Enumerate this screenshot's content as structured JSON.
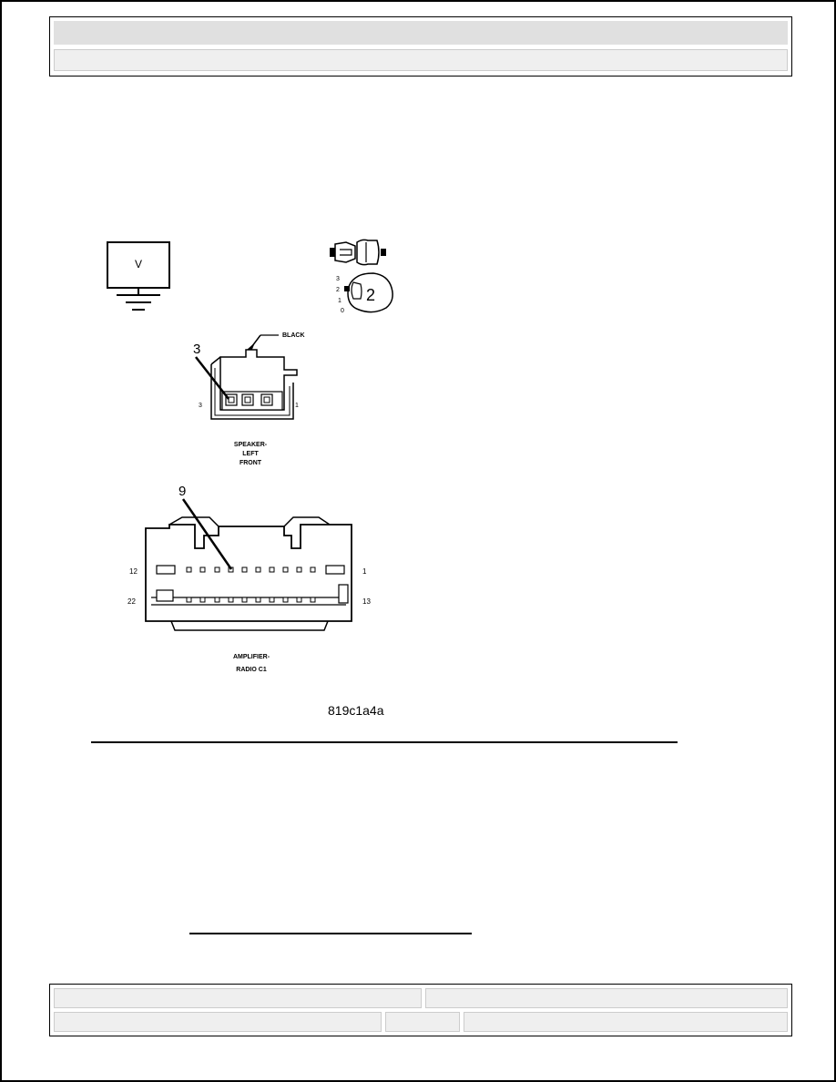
{
  "figure": {
    "caption": "819c1a4a",
    "meter_label": "V",
    "switch_positions": [
      "3",
      "2",
      "1",
      "0"
    ],
    "switch_setting": "2",
    "speaker": {
      "color_label": "BLACK",
      "callout_pin": "3",
      "pin_left": "3",
      "pin_right": "1",
      "name_line1": "SPEAKER-",
      "name_line2": "LEFT",
      "name_line3": "FRONT"
    },
    "amplifier": {
      "callout_pin": "9",
      "pin_top_left": "12",
      "pin_top_right": "1",
      "pin_bottom_left": "22",
      "pin_bottom_right": "13",
      "name_line1": "AMPLIFIER-",
      "name_line2": "RADIO C1"
    }
  }
}
